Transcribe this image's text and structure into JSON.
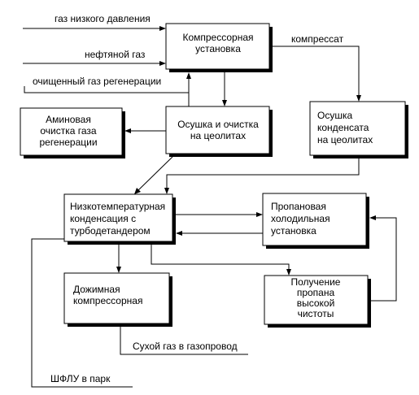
{
  "boxes": {
    "compressor": [
      "Компрессорная",
      "установка"
    ],
    "amine": [
      "Аминовая",
      "очистка газа",
      "регенерации"
    ],
    "zeolite_gas": [
      "Осушка и очистка",
      "на цеолитах"
    ],
    "zeolite_condensate": [
      "Осушка",
      "конденсата",
      "на цеолитах"
    ],
    "ltc": [
      "Низкотемпературная",
      "конденсация с",
      "турбодетандером"
    ],
    "propane_refrig": [
      "Пропановая",
      "холодильная",
      "установка"
    ],
    "booster": [
      "Дожимная",
      "компрессорная"
    ],
    "propane_hp": [
      "Получение",
      "пропана",
      "высокой",
      "чистоты"
    ]
  },
  "labels": {
    "low_pressure_gas": "газ низкого давления",
    "oil_gas": "нефтяной газ",
    "regen_gas": "очищенный газ регенерации",
    "compressate": "компрессат",
    "dry_gas": "Сухой газ в газопровод",
    "ngl": "ШФЛУ в парк"
  }
}
